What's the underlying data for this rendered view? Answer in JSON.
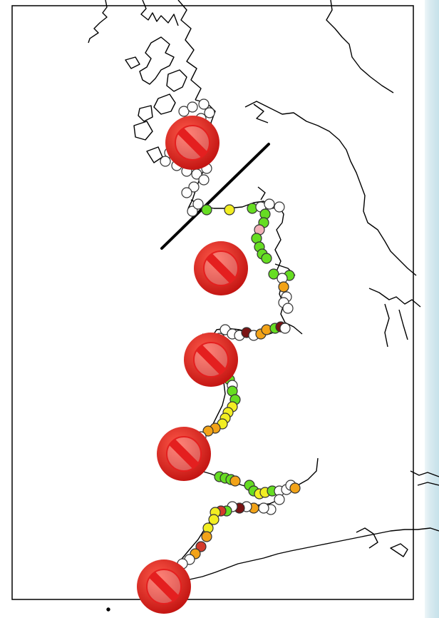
{
  "map": {
    "frame_color": "#000000",
    "coastline_color": "#000000",
    "background_color": "#ffffff",
    "divider_line_color": "#000000"
  },
  "legend_colors": {
    "no_data": "#ffffff",
    "green": "#66dd22",
    "yellow": "#f2ee22",
    "orange": "#f2a318",
    "red": "#d43a2a",
    "dark_red": "#7a1414",
    "pink": "#f2b0b8",
    "outline": "#333333"
  },
  "prohibition_sign": {
    "icon": "prohibition-icon",
    "ring_color": "#e41f1f",
    "fill_color": "#c81a1a",
    "count": 5
  },
  "sites": {
    "categories": [
      "no_data",
      "green",
      "yellow",
      "orange",
      "red",
      "dark_red",
      "pink"
    ]
  }
}
